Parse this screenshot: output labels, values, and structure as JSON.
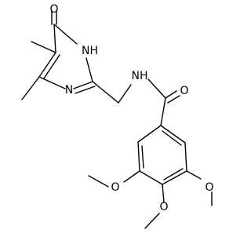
{
  "molecule": {
    "atoms": {
      "o_carbonyl_top": "O",
      "nh_ring": "NH",
      "n_ring": "N",
      "nh_amide": "NH",
      "o_amide": "O",
      "o_meta_left": "O",
      "o_para": "O",
      "o_meta_right": "O"
    }
  }
}
